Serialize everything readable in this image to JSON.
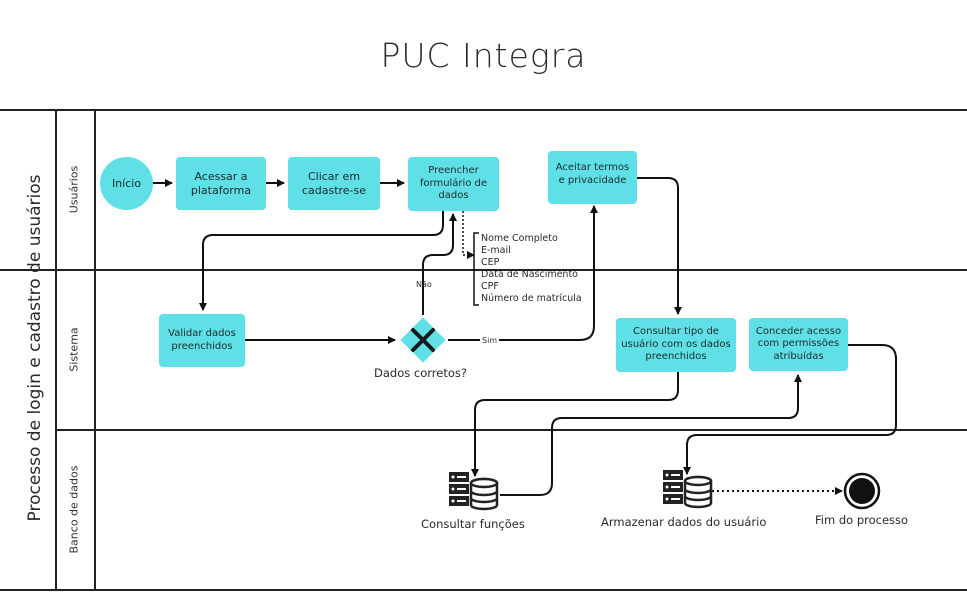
{
  "title": "PUC Integra",
  "pool": "Processo de login e cadastro de usuários",
  "lanes": {
    "usuarios": "Usuários",
    "sistema": "Sistema",
    "banco": "Banco de dados"
  },
  "events": {
    "start": "Início",
    "end": "Fim do processo"
  },
  "tasks": {
    "acessar": "Acessar a plataforma",
    "clicar": "Clicar em cadastre-se",
    "preencher": "Preencher formulário de dados",
    "aceitar": "Aceitar termos e privacidade",
    "validar": "Validar dados preenchidos",
    "consultar_tipo": "Consultar tipo de usuário com os dados preenchidos",
    "conceder": "Conceder acesso com permissões atribuídas"
  },
  "gateway": {
    "label": "Dados corretos?",
    "yes": "Sim",
    "no": "Não"
  },
  "form_fields": [
    "Nome Completo",
    "E-mail",
    "CEP",
    "Data de Nascimento",
    "CPF",
    "Número de matrícula"
  ],
  "data_stores": {
    "consultar": "Consultar funções",
    "armazenar": "Armazenar dados do usuário"
  },
  "colors": {
    "task_fill": "#5ee0e6",
    "line": "#111111"
  }
}
